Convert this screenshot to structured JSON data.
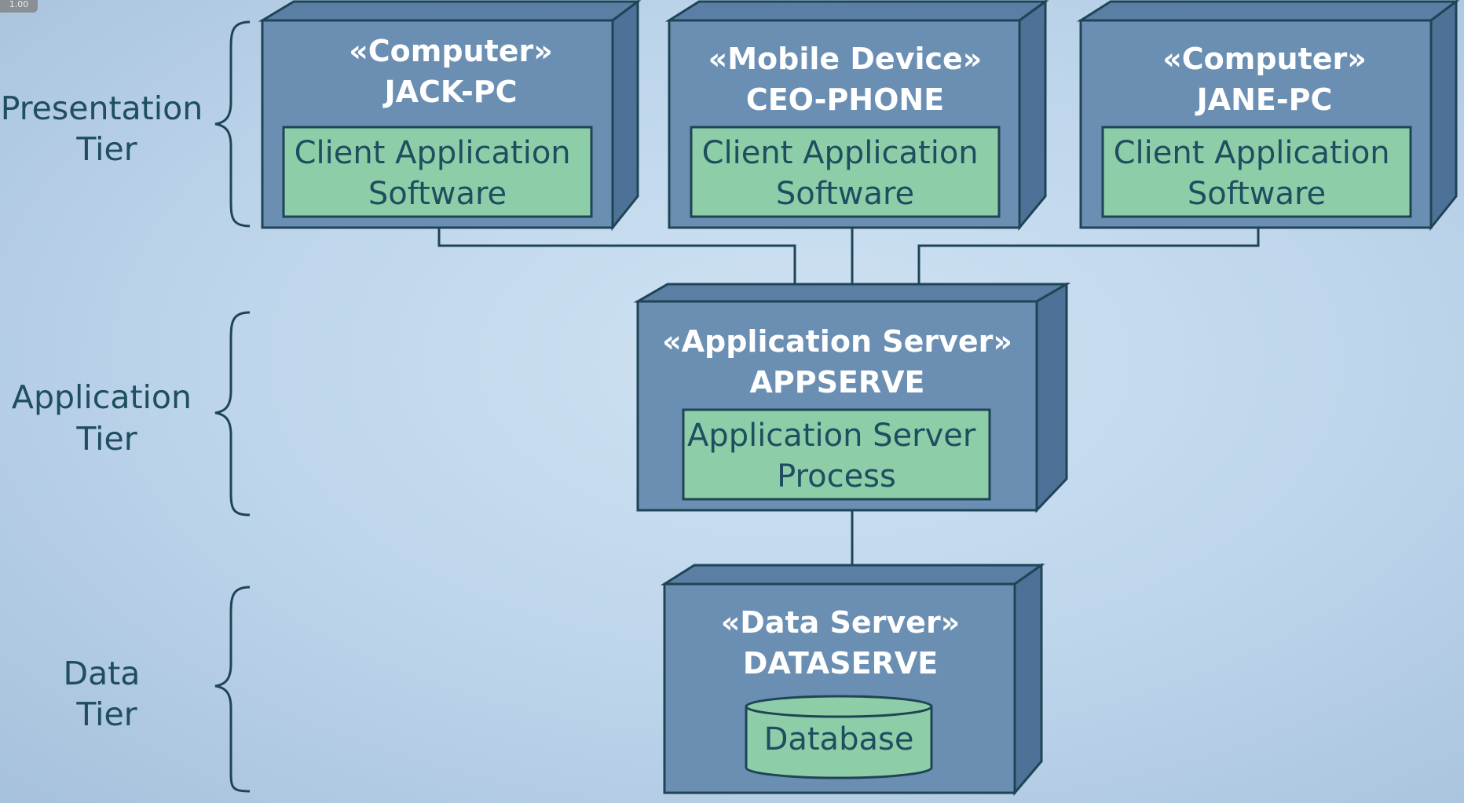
{
  "badge": "1.00",
  "tiers": [
    {
      "id": "presentation",
      "lines": [
        "Presentation",
        "Tier"
      ]
    },
    {
      "id": "application",
      "lines": [
        "Application",
        "Tier"
      ]
    },
    {
      "id": "data",
      "lines": [
        "Data",
        "Tier"
      ]
    }
  ],
  "nodes": {
    "jack_pc": {
      "stereotype": "«Computer»",
      "name": "JACK-PC",
      "inner": [
        "Client Application",
        "Software"
      ]
    },
    "ceo_phone": {
      "stereotype": "«Mobile Device»",
      "name": "CEO-PHONE",
      "inner": [
        "Client Application",
        "Software"
      ]
    },
    "jane_pc": {
      "stereotype": "«Computer»",
      "name": "JANE-PC",
      "inner": [
        "Client Application",
        "Software"
      ]
    },
    "appserve": {
      "stereotype": "«Application Server»",
      "name": "APPSERVE",
      "inner": [
        "Application Server",
        "Process"
      ]
    },
    "dataserve": {
      "stereotype": "«Data Server»",
      "name": "DATASERVE",
      "inner": [
        "Database"
      ]
    }
  },
  "colors": {
    "node_fill": "#6a8fb3",
    "inner_fill": "#8dcea8",
    "stroke": "#1f4456",
    "text_dark": "#1e4e60",
    "text_light": "#ffffff"
  }
}
